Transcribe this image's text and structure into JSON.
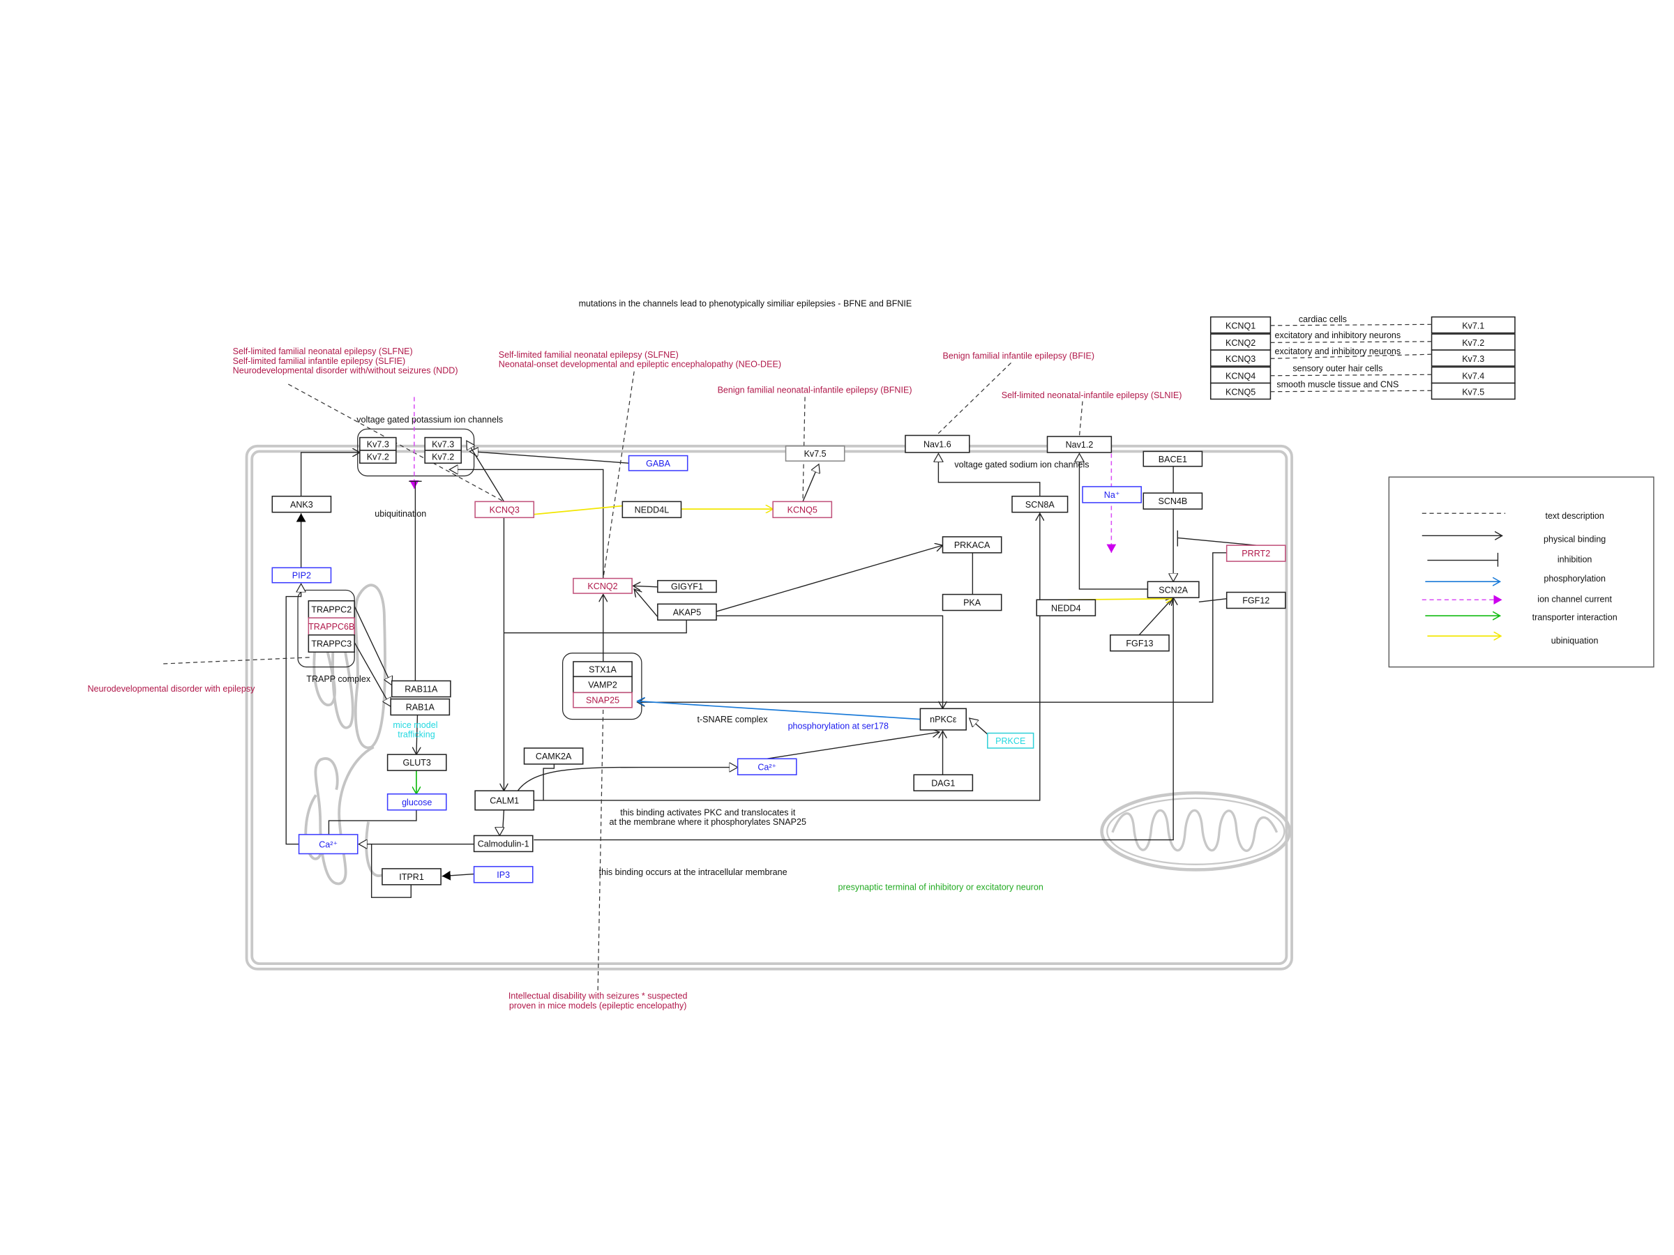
{
  "annotations": {
    "top_note": "mutations in the channels lead to phenotypically similiar epilepsies - BFNE and BFNIE",
    "disease_kcnq3": [
      "Self-limited familial neonatal epilepsy (SLFNE)",
      "Self-limited familial infantile epilepsy (SLFIE)",
      "Neurodevelopmental disorder with/without seizures (NDD)"
    ],
    "disease_kcnq2": [
      "Self-limited familial neonatal epilepsy (SLFNE)",
      "Neonatal-onset developmental and epileptic encephalopathy (NEO-DEE)"
    ],
    "disease_kcnq5": "Benign familial neonatal-infantile epilepsy (BFNIE)",
    "disease_nav16": "Benign familial infantile epilepsy (BFIE)",
    "disease_nav12": "Self-limited neonatal-infantile epilepsy (SLNIE)",
    "disease_trapp": "Neurodevelopmental disorder with epilepsy",
    "disease_snap25": [
      "Intellectual disability with seizures * suspected",
      "proven in mice models (epileptic encelopathy)"
    ],
    "k_channels": "voltage gated potassium ion channels",
    "na_channels": "voltage gated sodium ion channels",
    "ubiquitination": "ubiquitination",
    "trapp_complex": "TRAPP complex",
    "mice_model": [
      "mice model",
      "trafficking"
    ],
    "tsnare": "t-SNARE complex",
    "phospho_ser178": "phosphorylation at ser178",
    "pkc_note": [
      "this binding activates PKC and translocates it",
      "at the membrane where it phosphorylates SNAP25"
    ],
    "intracellular_note": "this binding occurs at the intracellular membrane",
    "cell_label": "presynaptic terminal of inhibitory or excitatory neuron"
  },
  "nodes": {
    "kv73a": "Kv7.3",
    "kv72a": "Kv7.2",
    "kv73b": "Kv7.3",
    "kv72b": "Kv7.2",
    "gaba": "GABA",
    "ank3": "ANK3",
    "kcnq3": "KCNQ3",
    "nedd4l": "NEDD4L",
    "kcnq5": "KCNQ5",
    "kv75": "Kv7.5",
    "nav16": "Nav1.6",
    "nav12": "Nav1.2",
    "bace1": "BACE1",
    "na": "Na⁺",
    "scn4b": "SCN4B",
    "scn8a": "SCN8A",
    "prkaca": "PRKACA",
    "pka": "PKA",
    "prrt2": "PRRT2",
    "scn2a": "SCN2A",
    "fgf12": "FGF12",
    "nedd4": "NEDD4",
    "fgf13": "FGF13",
    "pip2": "PIP2",
    "kcnq2": "KCNQ2",
    "gigyf1": "GIGYF1",
    "akap5": "AKAP5",
    "trappc2": "TRAPPC2",
    "trappc6b": "TRAPPC6B",
    "trappc3": "TRAPPC3",
    "rab11a": "RAB11A",
    "rab1a": "RAB1A",
    "stx1a": "STX1A",
    "vamp2": "VAMP2",
    "snap25": "SNAP25",
    "npkce": "nPKCε",
    "prkce": "PRKCE",
    "ca_mid": "Ca²⁺",
    "dag1": "DAG1",
    "camk2a": "CAMK2A",
    "glut3": "GLUT3",
    "glucose": "glucose",
    "calm1": "CALM1",
    "ca_left": "Ca²⁺",
    "calmodulin1": "Calmodulin-1",
    "itpr1": "ITPR1",
    "ip3": "IP3"
  },
  "kcnq_table": {
    "genes": [
      "KCNQ1",
      "KCNQ2",
      "KCNQ3",
      "KCNQ4",
      "KCNQ5"
    ],
    "channels": [
      "Kv7.1",
      "Kv7.2",
      "Kv7.3",
      "Kv7.4",
      "Kv7.5"
    ],
    "tissues": [
      "cardiac cells",
      "excitatory and inhibitory neurons",
      "excitatory and inhibitory neurons",
      "sensory outer hair cells",
      "smooth muscle tissue and CNS"
    ]
  },
  "legend": {
    "items": [
      "text description",
      "physical binding",
      "inhibition",
      "phosphorylation",
      "ion channel current",
      "transporter interaction",
      "ubiniquation"
    ],
    "colors": {
      "phosphorylation": "#1a7ad8",
      "ion_current": "#d94cf5",
      "transporter": "#11bb11",
      "ubiquitination": "#f2e600",
      "disease": "#b0184a",
      "small_molecule": "#1a1aee"
    }
  }
}
